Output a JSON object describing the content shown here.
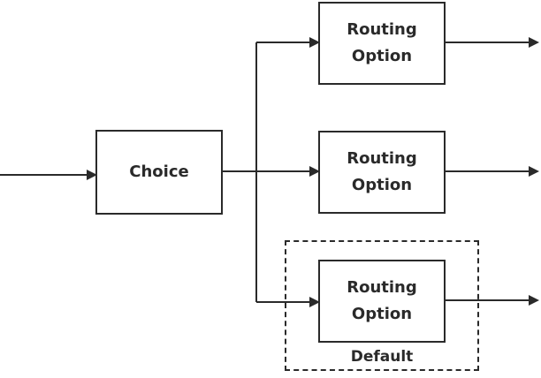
{
  "diagram": {
    "choice_label": "Choice",
    "route_1_label": "Routing\nOption",
    "route_2_label": "Routing\nOption",
    "route_3_label": "Routing\nOption",
    "default_label": "Default"
  },
  "colors": {
    "stroke": "#2a2a2a",
    "background": "#ffffff"
  }
}
